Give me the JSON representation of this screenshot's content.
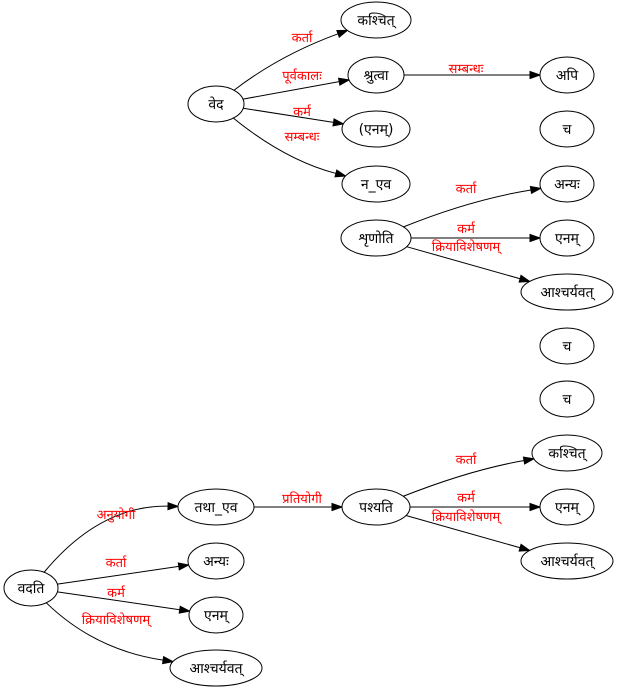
{
  "colors": {
    "edge_label": "#ff0000",
    "node_stroke": "#000000",
    "edge": "#000000"
  },
  "nodes": {
    "veda": "वेद",
    "kashchit_1": "कश्चित्",
    "shrutva": "श्रुत्वा",
    "enam_paren": "(एनम्)",
    "na_eva": "न_एव",
    "api": "अपि",
    "cha_1": "च",
    "shrinoti": "शृणोति",
    "anyah_1": "अन्यः",
    "enam_1": "एनम्",
    "ashcharyavat_1": "आश्चर्यवत्",
    "cha_2": "च",
    "cha_3": "च",
    "vadati": "वदति",
    "tatha_eva": "तथा_एव",
    "pashyati": "पश्यति",
    "kashchit_2": "कश्चित्",
    "enam_2": "एनम्",
    "ashcharyavat_2": "आश्चर्यवत्",
    "anyah_2": "अन्यः",
    "enam_3": "एनम्",
    "ashcharyavat_3": "आश्चर्यवत्"
  },
  "edges": {
    "veda_kashchit": "कर्ता",
    "veda_shrutva": "पूर्वकालः",
    "veda_enam": "कर्म",
    "veda_naeva": "सम्बन्धः",
    "shrutva_api": "सम्बन्धः",
    "shrinoti_anyah": "कर्ता",
    "shrinoti_enam": "कर्म",
    "shrinoti_ashcharyavat": "क्रियाविशेषणम्",
    "vadati_tathaeva": "अनुयोगी",
    "vadati_anyah": "कर्ता",
    "vadati_enam": "कर्म",
    "vadati_ashcharyavat": "क्रियाविशेषणम्",
    "tathaeva_pashyati": "प्रतियोगी",
    "pashyati_kashchit": "कर्ता",
    "pashyati_enam": "कर्म",
    "pashyati_ashcharyavat": "क्रियाविशेषणम्"
  }
}
